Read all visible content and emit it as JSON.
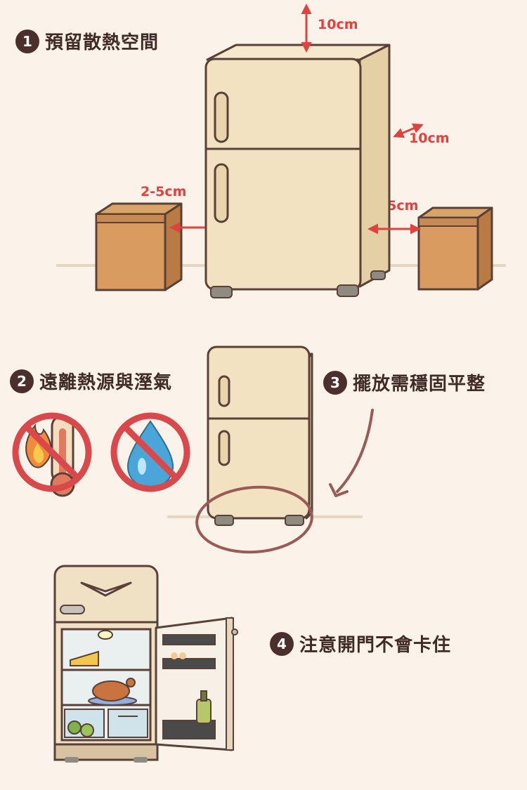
{
  "steps": [
    {
      "number": "1",
      "title": "預留散熱空間"
    },
    {
      "number": "2",
      "title": "遠離熱源與溼氣"
    },
    {
      "number": "3",
      "title": "擺放需穩固平整"
    },
    {
      "number": "4",
      "title": "注意開門不會卡住"
    }
  ],
  "clearances": {
    "top": "10cm",
    "back": "10cm",
    "left_side": "2-5cm",
    "right_side": "2-5cm"
  },
  "icons": {
    "no_heat": "no-heat-source-icon",
    "no_moisture": "no-moisture-icon"
  },
  "colors": {
    "background": "#fbf3ea",
    "fridge_body": "#f3e2c2",
    "outline": "#5a4036",
    "accent_red": "#e0433f",
    "prohibition_red": "#d9484a",
    "badge": "#4a2f2c"
  }
}
